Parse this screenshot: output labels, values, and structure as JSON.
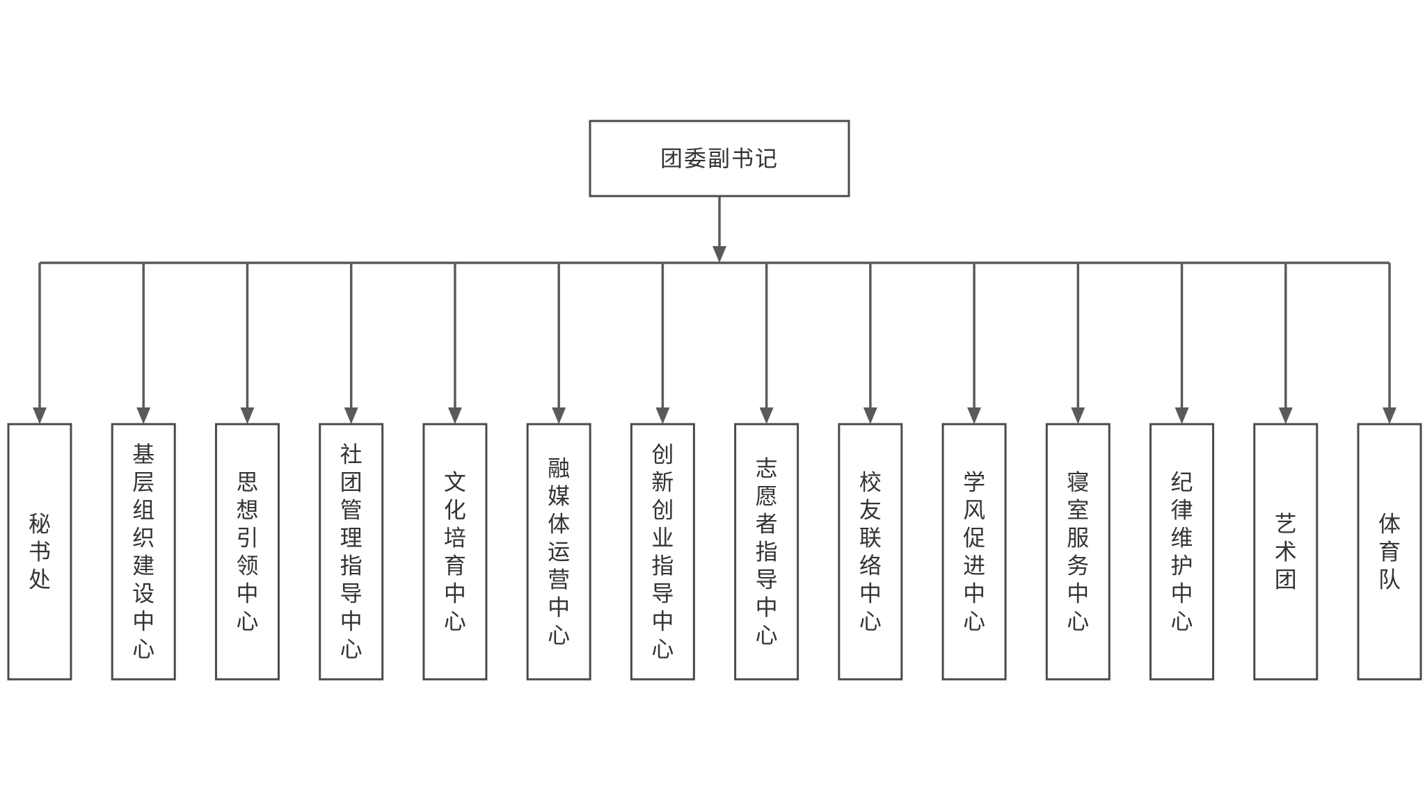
{
  "root": {
    "label": "团委副书记"
  },
  "children": [
    {
      "label": "秘书处"
    },
    {
      "label": "基层组织建设中心"
    },
    {
      "label": "思想引领中心"
    },
    {
      "label": "社团管理指导中心"
    },
    {
      "label": "文化培育中心"
    },
    {
      "label": "融媒体运营中心"
    },
    {
      "label": "创新创业指导中心"
    },
    {
      "label": "志愿者指导中心"
    },
    {
      "label": "校友联络中心"
    },
    {
      "label": "学风促进中心"
    },
    {
      "label": "寝室服务中心"
    },
    {
      "label": "纪律维护中心"
    },
    {
      "label": "艺术团"
    },
    {
      "label": "体育队"
    }
  ],
  "colors": {
    "stroke": "#4a4a4a",
    "connector": "#5a5a5a",
    "text": "#333333",
    "background": "#ffffff"
  }
}
